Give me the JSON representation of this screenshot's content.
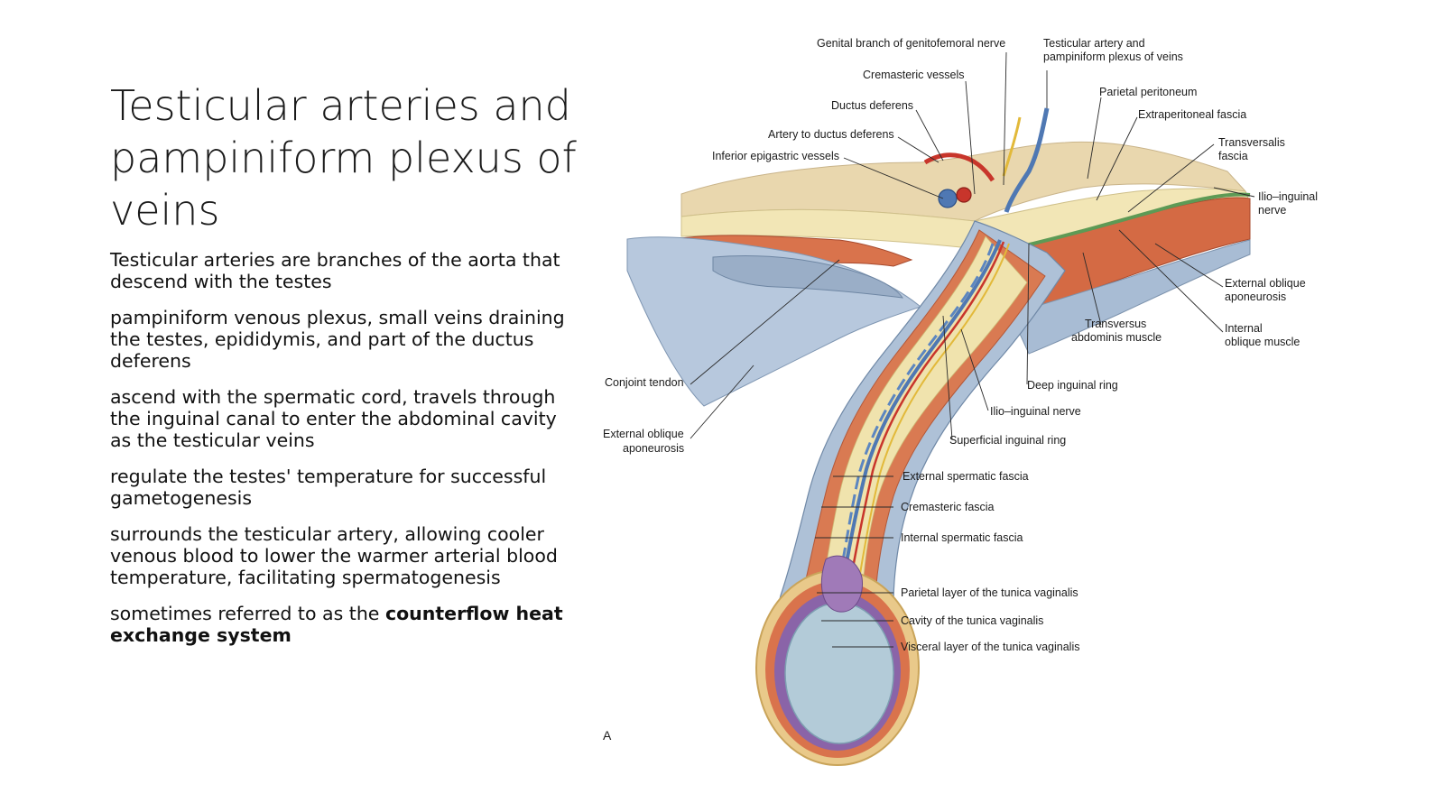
{
  "slide": {
    "title": "Testicular arteries and pampiniform plexus of veins",
    "bullets": [
      {
        "text": "Testicular arteries are branches of the aorta that descend with the testes"
      },
      {
        "text": "pampiniform venous plexus, small veins draining the testes, epididymis, and part of the ductus deferens"
      },
      {
        "text": "ascend with the spermatic cord, travels through the inguinal canal to enter the abdominal cavity as the testicular veins"
      },
      {
        "text": "regulate the testes' temperature for successful gametogenesis"
      },
      {
        "text": "surrounds the testicular artery, allowing cooler venous blood to lower the warmer arterial blood temperature, facilitating spermatogenesis"
      },
      {
        "text": "sometimes referred to as the ",
        "bold": "counterflow heat exchange system"
      }
    ]
  },
  "figure": {
    "panel_letter": "A",
    "labels": {
      "genital_branch": "Genital branch of genitofemoral nerve",
      "testicular_artery_1": "Testicular artery and",
      "testicular_artery_2": "pampiniform plexus of veins",
      "cremasteric_vessels": "Cremasteric vessels",
      "parietal_peritoneum": "Parietal peritoneum",
      "ductus_deferens": "Ductus deferens",
      "extraperitoneal_fascia": "Extraperitoneal fascia",
      "artery_to_ductus": "Artery to ductus deferens",
      "inferior_epigastric": "Inferior epigastric vessels",
      "transversalis_1": "Transversalis",
      "transversalis_2": "fascia",
      "ilio_inguinal_top_1": "Ilio–inguinal",
      "ilio_inguinal_top_2": "nerve",
      "ext_oblique_right_1": "External oblique",
      "ext_oblique_right_2": "aponeurosis",
      "transversus_1": "Transversus",
      "transversus_2": "abdominis muscle",
      "int_oblique_1": "Internal",
      "int_oblique_2": "oblique muscle",
      "conjoint_tendon": "Conjoint tendon",
      "deep_ring": "Deep inguinal ring",
      "ilio_inguinal_mid": "Ilio–inguinal nerve",
      "ext_oblique_left_1": "External oblique",
      "ext_oblique_left_2": "aponeurosis",
      "superficial_ring": "Superficial inguinal ring",
      "ext_spermatic": "External spermatic fascia",
      "cremasteric_fascia": "Cremasteric fascia",
      "int_spermatic": "Internal spermatic fascia",
      "parietal_tunica": "Parietal layer of the tunica vaginalis",
      "cavity_tunica": "Cavity of the tunica vaginalis",
      "visceral_tunica": "Visceral layer of the tunica vaginalis"
    },
    "colors": {
      "aponeurosis": "#a9bcd3",
      "muscle": "#d8714a",
      "fascia_yellow": "#efe2a8",
      "peritoneum": "#e8d3a8",
      "artery": "#c8352b",
      "vein": "#4f78b3",
      "nerve": "#e2b93a",
      "tunica": "#8a64a8",
      "testis": "#a9c4d2"
    }
  }
}
